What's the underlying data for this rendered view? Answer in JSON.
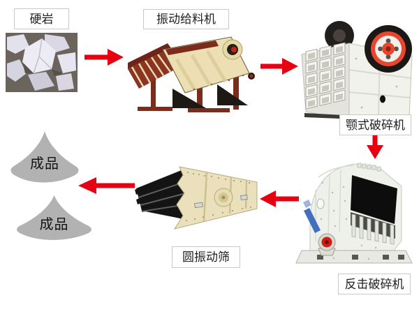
{
  "process_flow": {
    "nodes": [
      {
        "id": "raw-material",
        "label": "硬岩",
        "type": "material"
      },
      {
        "id": "vibrating-feeder",
        "label": "振动给料机",
        "type": "machine"
      },
      {
        "id": "jaw-crusher",
        "label": "颚式破碎机",
        "type": "machine"
      },
      {
        "id": "impact-crusher",
        "label": "反击破碎机",
        "type": "machine"
      },
      {
        "id": "circular-vibrating-screen",
        "label": "圆振动筛",
        "type": "machine"
      },
      {
        "id": "finished-product-top",
        "label": "成品",
        "type": "product"
      },
      {
        "id": "finished-product-bottom",
        "label": "成品",
        "type": "product"
      }
    ],
    "edges": [
      {
        "from": "raw-material",
        "to": "vibrating-feeder",
        "direction": "right"
      },
      {
        "from": "vibrating-feeder",
        "to": "jaw-crusher",
        "direction": "right"
      },
      {
        "from": "jaw-crusher",
        "to": "impact-crusher",
        "direction": "down"
      },
      {
        "from": "impact-crusher",
        "to": "circular-vibrating-screen",
        "direction": "left"
      },
      {
        "from": "circular-vibrating-screen",
        "to": "finished-product-top",
        "direction": "left"
      }
    ]
  },
  "colors": {
    "arrow_red": "#e60012",
    "pile_gray": "#b2b2b2",
    "label_border": "#c9c9c9",
    "label_text": "#1f1f1f",
    "feeder_cream": "#ecdfb4",
    "feeder_maroon": "#8c3423",
    "crusher_white": "#f0f0ea",
    "flywheel_red": "#e6472e",
    "panel_black": "#0d0d0d",
    "hub_red": "#cf1d12",
    "cylinder_blue": "#3f6fbe",
    "screen_cream": "#eae1bc",
    "deck_black": "#141414"
  }
}
